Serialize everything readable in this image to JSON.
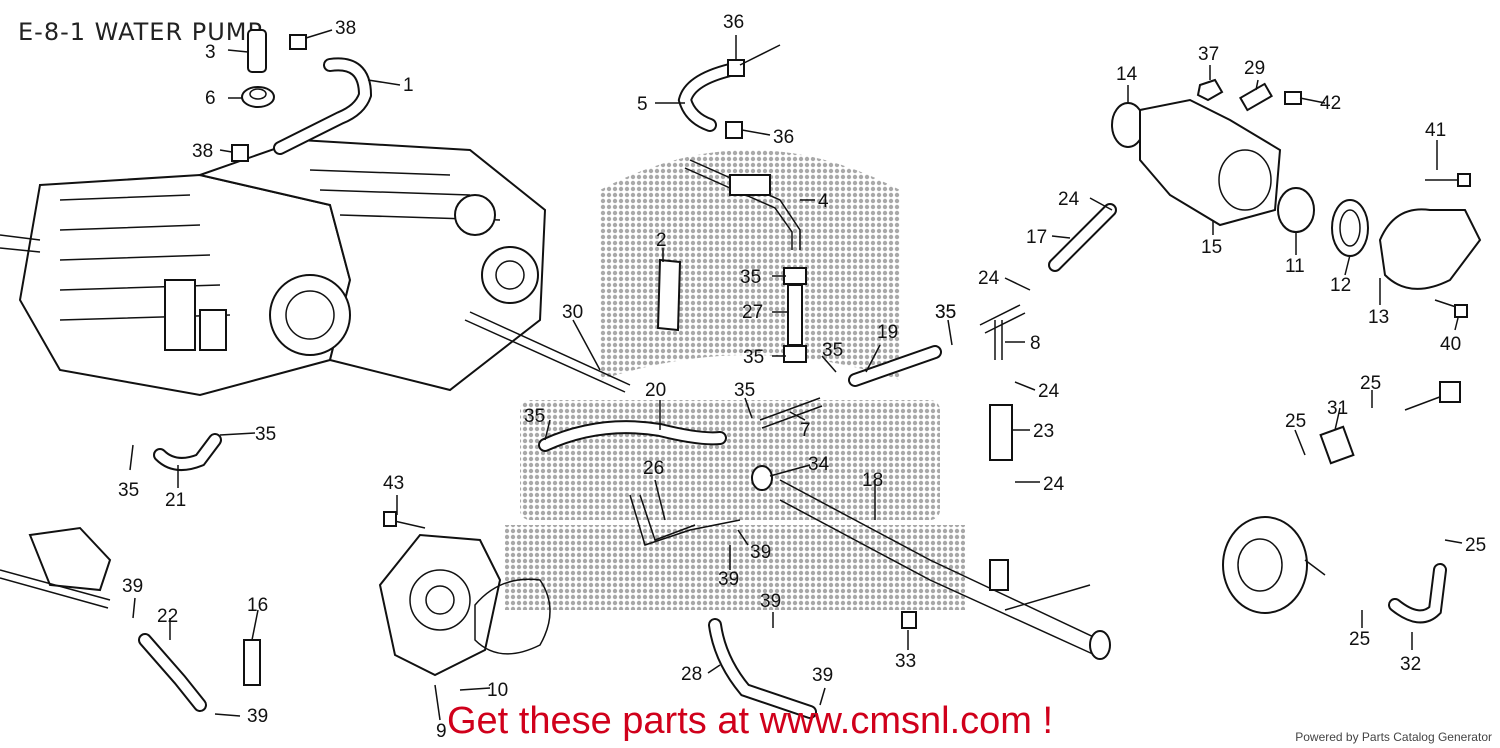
{
  "title": "E-8-1 WATER PUMP",
  "footer_cta": "Get these parts at www.cmsnl.com !",
  "powered_by": "Powered by Parts Catalog Generator",
  "colors": {
    "cta": "#d0001b",
    "line": "#111111",
    "watermark": "#9a9a9a"
  },
  "callouts": [
    {
      "id": "38a",
      "label": "38"
    },
    {
      "id": "3",
      "label": "3"
    },
    {
      "id": "1",
      "label": "1"
    },
    {
      "id": "6",
      "label": "6"
    },
    {
      "id": "38b",
      "label": "38"
    },
    {
      "id": "36a",
      "label": "36"
    },
    {
      "id": "5",
      "label": "5"
    },
    {
      "id": "36b",
      "label": "36"
    },
    {
      "id": "4",
      "label": "4"
    },
    {
      "id": "2",
      "label": "2"
    },
    {
      "id": "35a",
      "label": "35"
    },
    {
      "id": "27",
      "label": "27"
    },
    {
      "id": "30",
      "label": "30"
    },
    {
      "id": "35b",
      "label": "35"
    },
    {
      "id": "35c",
      "label": "35"
    },
    {
      "id": "20",
      "label": "20"
    },
    {
      "id": "35d",
      "label": "35"
    },
    {
      "id": "35e",
      "label": "35"
    },
    {
      "id": "7",
      "label": "7"
    },
    {
      "id": "35f",
      "label": "35"
    },
    {
      "id": "35g",
      "label": "35"
    },
    {
      "id": "21",
      "label": "21"
    },
    {
      "id": "35h",
      "label": "35"
    },
    {
      "id": "19",
      "label": "19"
    },
    {
      "id": "35i",
      "label": "35"
    },
    {
      "id": "14",
      "label": "14"
    },
    {
      "id": "37",
      "label": "37"
    },
    {
      "id": "29",
      "label": "29"
    },
    {
      "id": "42",
      "label": "42"
    },
    {
      "id": "24a",
      "label": "24"
    },
    {
      "id": "17",
      "label": "17"
    },
    {
      "id": "15",
      "label": "15"
    },
    {
      "id": "11",
      "label": "11"
    },
    {
      "id": "12",
      "label": "12"
    },
    {
      "id": "13",
      "label": "13"
    },
    {
      "id": "41",
      "label": "41"
    },
    {
      "id": "40",
      "label": "40"
    },
    {
      "id": "24b",
      "label": "24"
    },
    {
      "id": "8",
      "label": "8"
    },
    {
      "id": "24c",
      "label": "24"
    },
    {
      "id": "23",
      "label": "23"
    },
    {
      "id": "24d",
      "label": "24"
    },
    {
      "id": "34",
      "label": "34"
    },
    {
      "id": "26",
      "label": "26"
    },
    {
      "id": "18",
      "label": "18"
    },
    {
      "id": "43",
      "label": "43"
    },
    {
      "id": "39a",
      "label": "39"
    },
    {
      "id": "39b",
      "label": "39"
    },
    {
      "id": "39c",
      "label": "39"
    },
    {
      "id": "22",
      "label": "22"
    },
    {
      "id": "16",
      "label": "16"
    },
    {
      "id": "39d",
      "label": "39"
    },
    {
      "id": "10",
      "label": "10"
    },
    {
      "id": "9",
      "label": "9"
    },
    {
      "id": "28",
      "label": "28"
    },
    {
      "id": "39e",
      "label": "39"
    },
    {
      "id": "39f",
      "label": "39"
    },
    {
      "id": "33",
      "label": "33"
    },
    {
      "id": "25a",
      "label": "25"
    },
    {
      "id": "31",
      "label": "31"
    },
    {
      "id": "25b",
      "label": "25"
    },
    {
      "id": "25c",
      "label": "25"
    },
    {
      "id": "25d",
      "label": "25"
    },
    {
      "id": "32",
      "label": "32"
    }
  ]
}
